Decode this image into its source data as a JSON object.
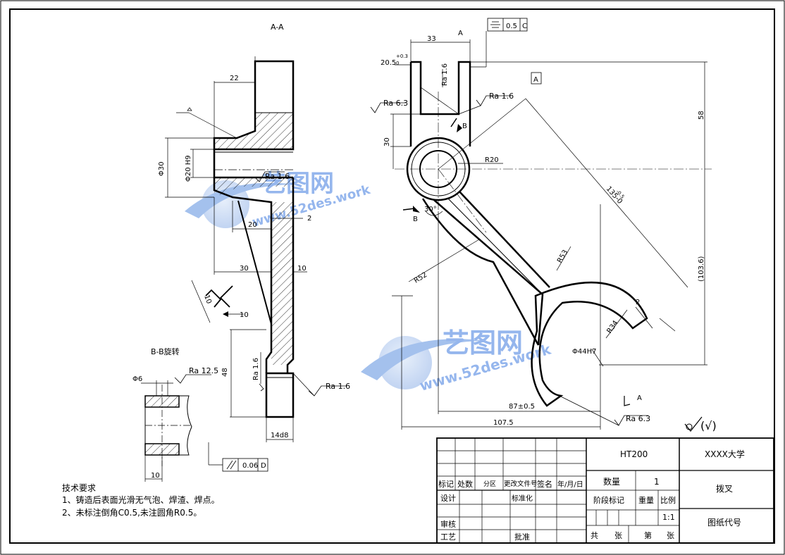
{
  "section_views": {
    "aa_label": "A-A",
    "bb_label": "B-B旋转"
  },
  "dimensions": {
    "d22": "22",
    "d30v": "Φ30",
    "d20h9": "Φ20 H9",
    "d20": "20",
    "d2a": "2",
    "d30b": "30",
    "d10a": "10",
    "d48": "48",
    "d14": "14d8",
    "d6": "Φ6",
    "d10b": "10",
    "d33": "33",
    "d20_5": "20.5",
    "d20_5_tol": "+0.3",
    "d20_5_tol2": "0",
    "d30r": "30",
    "d58": "58",
    "d135": "135-0",
    "d135_tol": "-0.5",
    "d103": "(103.6)",
    "r20": "R20",
    "r53": "R53",
    "r52": "R52",
    "r34": "R34",
    "d44": "Φ44H7",
    "d2b": "2",
    "d87": "87±0.5",
    "d107": "107.5",
    "ang30": "30°",
    "d10c": "10",
    "k10": "10"
  },
  "surface": {
    "ra16a": "Ra 1.6",
    "ra16b": "Ra 1.6",
    "ra16c": "Ra 1.6",
    "ra16d": "Ra 1.6",
    "ra16e": "Ra 1.6",
    "ra63a": "Ra 6.3",
    "ra63b": "Ra 6.3",
    "ra125": "Ra 12.5",
    "general": "(√)"
  },
  "datums": {
    "a1": "A",
    "a2": "A",
    "a_box": "A",
    "b1": "B",
    "b2": "B",
    "c_ref": "C",
    "d_ref": "D"
  },
  "tolerance": {
    "sym_value": "0.5",
    "par_value": "0.06"
  },
  "notes": {
    "title": "技术要求",
    "line1": "1、铸造后表面光滑无气泡、焊渣、焊点。",
    "line2": "2、未标注倒角C0.5,未注圆角R0.5。"
  },
  "title_block": {
    "material": "HT200",
    "school": "XXXX大学",
    "quantity_label": "数量",
    "quantity": "1",
    "part_name": "拨叉",
    "stage_label": "阶段标记",
    "weight_label": "重量",
    "scale_label": "比例",
    "scale": "1:1",
    "drawing_no": "图纸代号",
    "total_label": "共",
    "sheet_label": "张",
    "of_label": "第",
    "sheet_label2": "张",
    "hdr_mark": "标记",
    "hdr_count": "处数",
    "hdr_zone": "分区",
    "hdr_doc": "更改文件号",
    "hdr_sign": "签名",
    "hdr_date": "年/月/日",
    "design": "设计",
    "standard": "标准化",
    "review": "审核",
    "process": "工艺",
    "approve": "批准"
  },
  "watermark": {
    "brand": "艺图网",
    "url": "www.52des.work"
  }
}
